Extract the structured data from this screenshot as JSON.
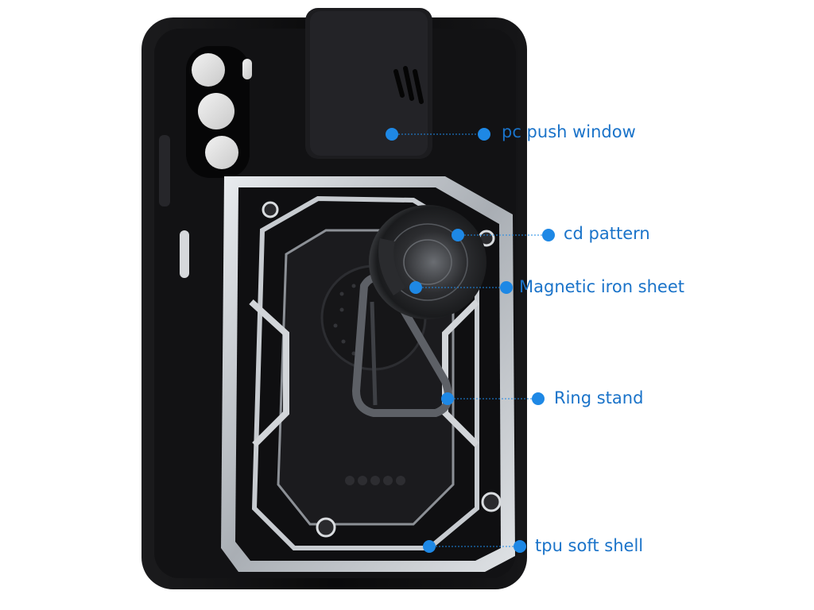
{
  "callouts": {
    "push_window": "pc push window",
    "cd_pattern": "cd pattern",
    "magnetic_sheet": "Magnetic iron sheet",
    "ring_stand": "Ring stand",
    "tpu_shell": "tpu soft shell"
  },
  "colors": {
    "accent": "#1e88e5",
    "case_body": "#0b0b0c",
    "frame_silver": "#cfd3d7"
  }
}
